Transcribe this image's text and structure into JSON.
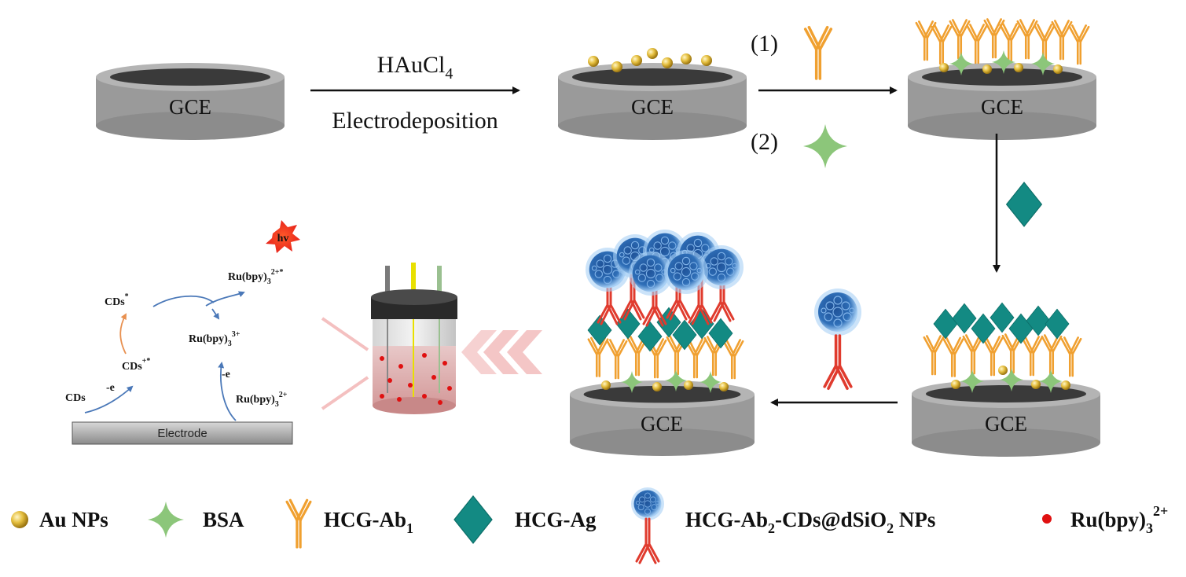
{
  "electrode_label": "GCE",
  "step1": {
    "reagent": "HAuCl",
    "reagent_sub": "4",
    "method": "Electrodeposition"
  },
  "step2": {
    "label_1": "(1)",
    "label_2": "(2)"
  },
  "mechanism": {
    "hv": "hv",
    "ru_excited": "Ru(bpy)",
    "ru_excited_sub": "3",
    "ru_excited_sup": "2+*",
    "ru3": "Ru(bpy)",
    "ru3_sub": "3",
    "ru3_sup": "3+",
    "ru2": "Ru(bpy)",
    "ru2_sub": "3",
    "ru2_sup": "2+",
    "cds_star": "CDs",
    "cds_star_sup": "*",
    "cds_plus": "CDs",
    "cds_plus_sup": "+*",
    "cds": "CDs",
    "minus_e_1": "-e",
    "minus_e_2": "-e",
    "electrode_bar": "Electrode"
  },
  "legend": {
    "au": "Au NPs",
    "bsa": "BSA",
    "ab1": "HCG-Ab",
    "ab1_sub": "1",
    "ag": "HCG-Ag",
    "ab2_a": "HCG-Ab",
    "ab2_sub": "2",
    "ab2_b": "-CDs@dSiO",
    "ab2_sub2": "2",
    "ab2_c": " NPs",
    "ru_a": "Ru(bpy)",
    "ru_sub": "3",
    "ru_sup": "2+"
  },
  "colors": {
    "electrode_body": "#9a9a9a",
    "electrode_top": "#3a3a3a",
    "gold": "#e0b63a",
    "antibody1": "#f0a030",
    "bsa": "#8cc67a",
    "antigen": "#138a83",
    "antibody2": "#e03b2e",
    "nanoparticle": "#2f6fb8",
    "ru_dot": "#e01010"
  }
}
